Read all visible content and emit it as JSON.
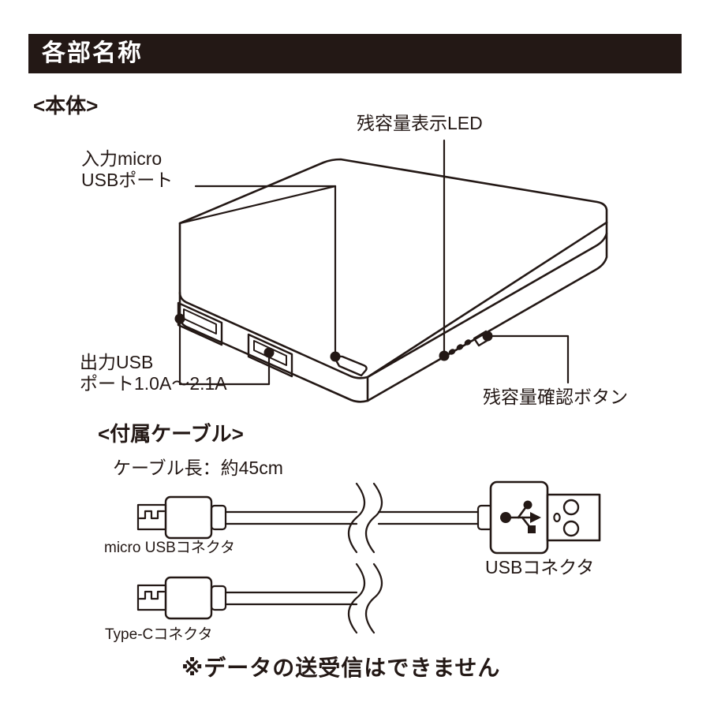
{
  "header": {
    "title": "各部名称"
  },
  "sections": {
    "body_heading": "<本体>",
    "cable_heading": "<付属ケーブル>"
  },
  "device_callouts": [
    {
      "name": "input-micro-usb-port",
      "text": "入力micro\nUSBポート"
    },
    {
      "name": "battery-level-led",
      "text": "残容量表示LED"
    },
    {
      "name": "output-usb-ports",
      "text": "出力USB\nポート1.0A〜2.1A"
    },
    {
      "name": "battery-check-button",
      "text": "残容量確認ボタン"
    }
  ],
  "labels": {
    "input_micro_usb": "入力micro\nUSBポート",
    "led_indicator": "残容量表示LED",
    "output_usb": "出力USB\nポート1.0A〜2.1A",
    "check_button": "残容量確認ボタン",
    "cable_length": "ケーブル長：約45cm",
    "micro_usb_connector": "micro USBコネクタ",
    "type_c_connector": "Type-Cコネクタ",
    "usb_connector": "USBコネクタ"
  },
  "note": {
    "text": "※データの送受信はできません"
  },
  "icons": {
    "usb_trident": "usb-trident-icon",
    "cable_break": "cable-break-icon"
  },
  "colors": {
    "ink": "#231815",
    "background": "#ffffff",
    "header_bg": "#231815",
    "header_text": "#ffffff"
  },
  "specs": {
    "output_current_range": "1.0A〜2.1A",
    "cable_length_cm": "45",
    "led_count": 4,
    "usb_output_port_count": 2
  }
}
